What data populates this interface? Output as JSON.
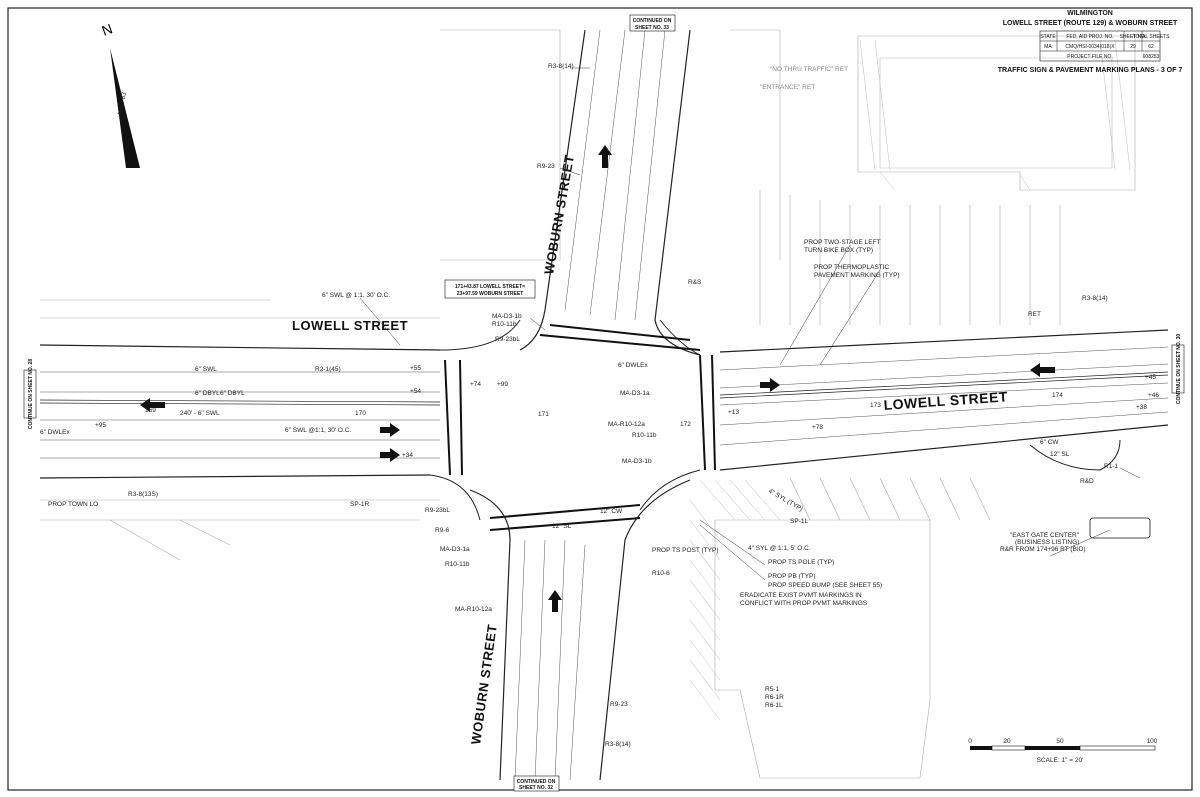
{
  "title_block": {
    "city": "WILMINGTON",
    "project_name": "LOWELL STREET (ROUTE 129) & WOBURN STREET",
    "col_state": "STATE",
    "col_fed_aid": "FED. AID PROJ. NO.",
    "col_sheet_no": "SHEET NO.",
    "col_total_sheets": "TOTAL SHEETS",
    "state": "MA",
    "fed_aid_no": "CMQ/HSI-0034(018)X",
    "sheet_no": "29",
    "total_sheets": "62",
    "project_file_label": "PROJECT FILE NO.",
    "project_file_no": "608253",
    "plan_title": "TRAFFIC SIGN & PAVEMENT MARKING PLANS - 3 OF 7"
  },
  "north_arrow": {
    "letter": "N",
    "datum": "NAD 83"
  },
  "continuations": {
    "top": [
      "CONTINUED ON",
      "SHEET NO. 33"
    ],
    "bottom": [
      "CONTINUED ON",
      "SHEET NO. 32"
    ],
    "left": "CONTINUE ON SHEET NO. 28",
    "right": "CONTINUE ON SHEET NO. 30"
  },
  "streets": {
    "lowell_west": "LOWELL STREET",
    "lowell_east": "LOWELL STREET",
    "woburn_north": "WOBURN STREET",
    "woburn_south": "WOBURN STREET"
  },
  "station_box": [
    "171+43.87 LOWELL STREET=",
    "23+97.59 WOBURN STREET"
  ],
  "callouts": [
    "R3-8(14)",
    "R9-23",
    "6\" SWL @ 1:1, 30' O.C.",
    "MA-D3-1b",
    "R10-11b",
    "R9-23bL",
    "R2-1(45)",
    "6\" SWL",
    "6\" DBYL",
    "240' - 6\" SWL",
    "6\" DWLEx",
    "6\" SWL @1:1, 30' O.C.",
    "R3-8(13S)",
    "PROP TOWN LO",
    "SP-1R",
    "R9-6",
    "MA-D3-1a",
    "R10-11b",
    "MA-R10-12a",
    "R9-23bL",
    "12\" SL",
    "12\" CW",
    "R10-6",
    "PROP TS POST (TYP)",
    "PROP TS POLE (TYP)",
    "PROP PB (TYP)",
    "PROP SPEED BUMP (SEE SHEET 55)",
    "ERADICATE EXIST PVMT MARKINGS IN",
    "CONFLICT WITH PROP PVMT MARKINGS",
    "4\" SYL @ 1:1, 5' O.C.",
    "PROP TWO-STAGE LEFT",
    "TURN BIKE BOX (TYP)",
    "PROP THERMOPLASTIC",
    "PAVEMENT MARKING (TYP)",
    "R&S",
    "RET",
    "R3-8(14)",
    "R1-1",
    "R&D",
    "\"EAST GATE CENTER\"",
    "(BUSINESS LISTING)",
    "R&R FROM 174+96 RT (BID)",
    "SP-1L",
    "R5-1",
    "R6-1R",
    "R6-1L",
    "R9-23",
    "R3-8(14)",
    "6\" CW",
    "12\" SL",
    "173",
    "174",
    "170",
    "171",
    "172",
    "169",
    "+45",
    "+46",
    "+38",
    "+13",
    "+78",
    "+54",
    "+55",
    "+74",
    "+99",
    "+95",
    "+34",
    "MA-D3-1a",
    "MA-R10-12a",
    "R10-11b",
    "MA-D3-1b",
    "6\" DWLEx",
    "6\" DBYL",
    "\"NO THRU TRAFFIC\" RET",
    "\"ENTRANCE\" RET",
    "4\" SYL (TYP)"
  ],
  "scale": {
    "ticks": [
      "0",
      "20",
      "50",
      "100"
    ],
    "label": "SCALE: 1\" = 20'"
  }
}
